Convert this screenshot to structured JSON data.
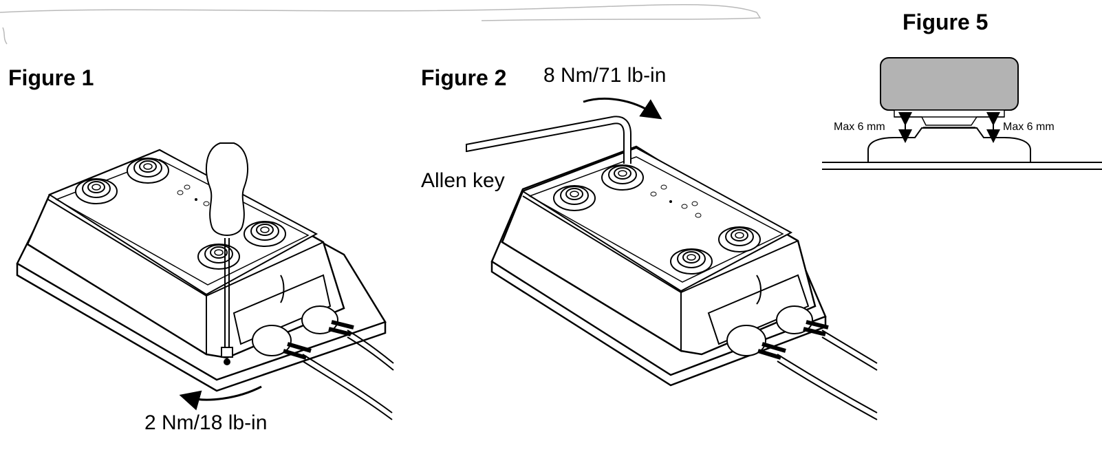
{
  "figures": [
    {
      "title": "Figure 1",
      "torque": "2 Nm/18 lb-in"
    },
    {
      "title": "Figure 2",
      "torque": "8 Nm/71 lb-in",
      "tool": "Allen key"
    },
    {
      "title": "Figure 5",
      "clearance_left": "Max 6 mm",
      "clearance_right": "Max 6 mm"
    }
  ]
}
